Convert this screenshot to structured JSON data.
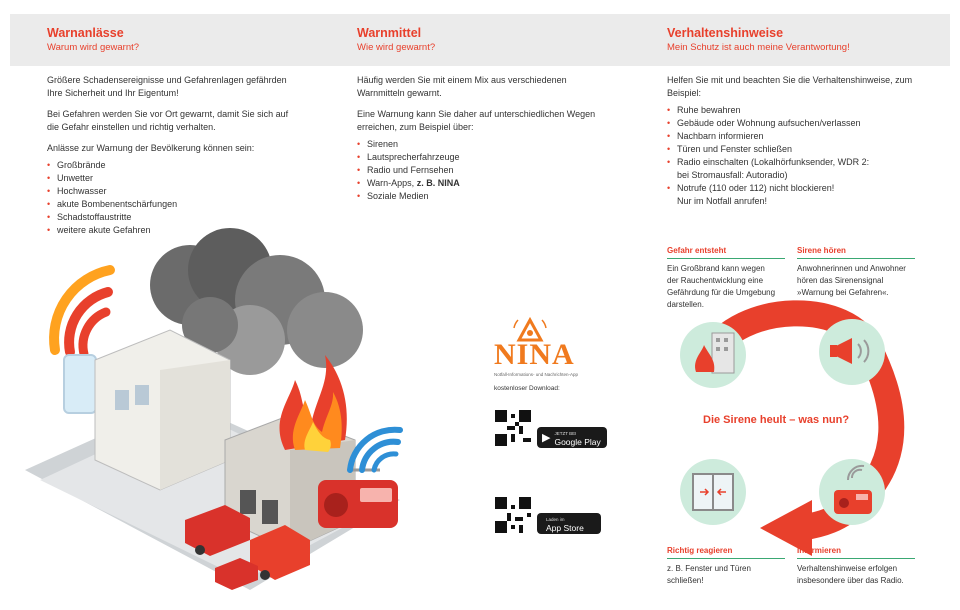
{
  "columns": [
    {
      "title": "Warnanlässe",
      "subtitle": "Warum wird gewarnt?",
      "paragraphs": [
        "Größere Schadensereignisse und Gefahrenlagen gefährden Ihre Sicherheit und Ihr Eigentum!",
        "Bei Gefahren werden Sie vor Ort gewarnt, damit Sie sich auf die Gefahr einstellen und richtig verhalten.",
        "Anlässe zur Warnung der Bevölkerung können sein:"
      ],
      "items": [
        "Großbrände",
        "Unwetter",
        "Hochwasser",
        "akute Bombenentschärfungen",
        "Schadstoffaustritte",
        "weitere akute Gefahren"
      ]
    },
    {
      "title": "Warnmittel",
      "subtitle": "Wie wird gewarnt?",
      "paragraphs": [
        "Häufig werden Sie mit einem Mix aus verschiedenen Warnmitteln gewarnt.",
        "Eine Warnung kann Sie daher auf unterschiedlichen Wegen erreichen, zum Beispiel über:"
      ],
      "items": [
        "Sirenen",
        "Lautsprecherfahrzeuge",
        "Radio und Fernsehen",
        "Soziale Medien"
      ],
      "app_item_prefix": "Warn-Apps, ",
      "app_item_bold": "z. B. NINA"
    },
    {
      "title": "Verhaltenshinweise",
      "subtitle": "Mein Schutz ist auch meine Verantwortung!",
      "paragraphs": [
        "Helfen Sie mit und beachten Sie die Verhaltenshinweise, zum Beispiel:"
      ],
      "items": [
        "Ruhe bewahren",
        "Gebäude oder Wohnung aufsuchen/verlassen",
        "Nachbarn informieren",
        "Türen und Fenster schließen"
      ],
      "radio_item": "Radio einschalten (Lokalhörfunksender, WDR 2:",
      "radio_item_2": "bei Stromausfall: Autoradio)",
      "notruf_item": "Notrufe (110 oder 112) nicht blockieren!",
      "notruf_item_2": "Nur im Notfall anrufen!"
    }
  ],
  "nina": {
    "logo_text": "NINA",
    "logo_subtitle": "Notfall-Informations- und Nachrichten-App",
    "download_label": "kostenloser Download:",
    "google_play_small": "JETZT BEI",
    "google_play_big": "Google Play",
    "app_store_small": "Laden im",
    "app_store_big": "App Store"
  },
  "cycle": {
    "center": "Die Sirene heult – was nun?",
    "steps": [
      {
        "title": "Gefahr entsteht",
        "text": [
          "Ein Großbrand kann wegen",
          "der Rauchentwicklung eine",
          "Gefährdung für die Umgebung",
          "darstellen."
        ]
      },
      {
        "title": "Sirene hören",
        "text": [
          "Anwohnerinnen und Anwohner",
          "hören das Sirenensignal",
          "»Warnung bei Gefahren«."
        ]
      },
      {
        "title": "Richtig reagieren",
        "text": [
          "z. B. Fenster und Türen",
          "schließen!"
        ]
      },
      {
        "title": "Informieren",
        "text": [
          "Verhaltenshinweise erfolgen",
          "insbesondere über das Radio."
        ]
      }
    ]
  },
  "colors": {
    "accent": "#e8402c",
    "green": "#3aa873",
    "mint": "#cdebdc",
    "nina_orange": "#f07a1e"
  }
}
